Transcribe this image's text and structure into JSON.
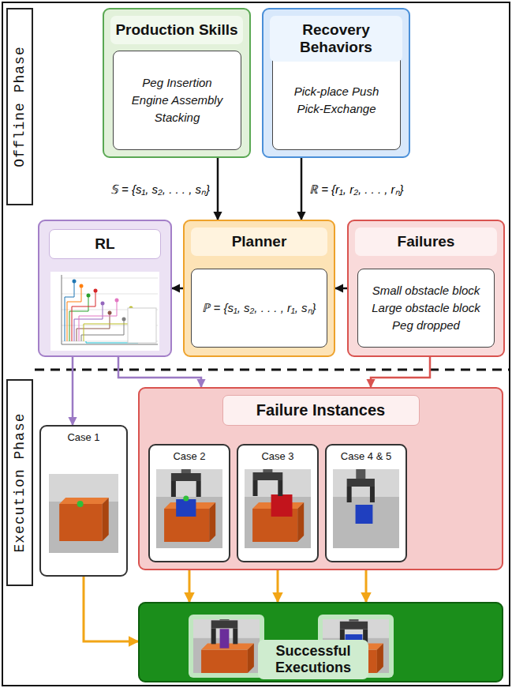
{
  "diagram": {
    "nodes": [
      {
        "text": [
          "Production Skills"
        ]
      },
      {
        "text": [
          "Peg Insertion Engine Assembly Stacking"
        ],
        "in": 0
      },
      {
        "text": [
          "Recovery Behaviors"
        ]
      },
      {
        "text": [
          "Pick-place Push Pick-Exchange"
        ],
        "in": 2
      },
      {
        "text": [
          "RL"
        ]
      },
      {
        "text": [
          "Planner"
        ]
      },
      {
        "text": [
          "ℙ = {s₁, s₂, . . . , r₁, sₙ}"
        ],
        "in": 5
      },
      {
        "text": [
          "Failures"
        ]
      },
      {
        "text": [
          "Small obstacle block Large obstacle block Peg dropped"
        ],
        "in": 7
      },
      {
        "text": [
          "Failure Instances"
        ]
      },
      {
        "text": [
          "Case 1"
        ]
      },
      {
        "text": [
          "Case 2"
        ],
        "in": 9
      },
      {
        "text": [
          "Case 3"
        ],
        "in": 9
      },
      {
        "text": [
          "Case 4 & 5"
        ],
        "in": 9
      },
      {
        "text": [
          "Successful Executions"
        ]
      }
    ],
    "edges": [
      {
        "from": 0,
        "to": 5,
        "arrow": "to",
        "label": "𝕊 = {s₁, s₂, . . . , sₙ}"
      },
      {
        "from": 2,
        "to": 5,
        "arrow": "to",
        "label": "ℝ = {r₁, r₂, . . . , rₙ}"
      },
      {
        "from": 7,
        "to": 5,
        "arrow": "to"
      },
      {
        "from": 5,
        "to": 4,
        "arrow": "to"
      },
      {
        "from": 4,
        "to": 10,
        "arrow": "to"
      },
      {
        "from": 4,
        "to": 9,
        "arrow": "to"
      },
      {
        "from": 7,
        "to": 9,
        "arrow": "to"
      },
      {
        "from": 10,
        "to": 14,
        "arrow": "to"
      },
      {
        "from": 11,
        "to": 14,
        "arrow": "to"
      },
      {
        "from": 12,
        "to": 14,
        "arrow": "to"
      },
      {
        "from": 13,
        "to": 14,
        "arrow": "to"
      }
    ],
    "labels": [
      "Offline Phase",
      "Execution Phase"
    ]
  }
}
